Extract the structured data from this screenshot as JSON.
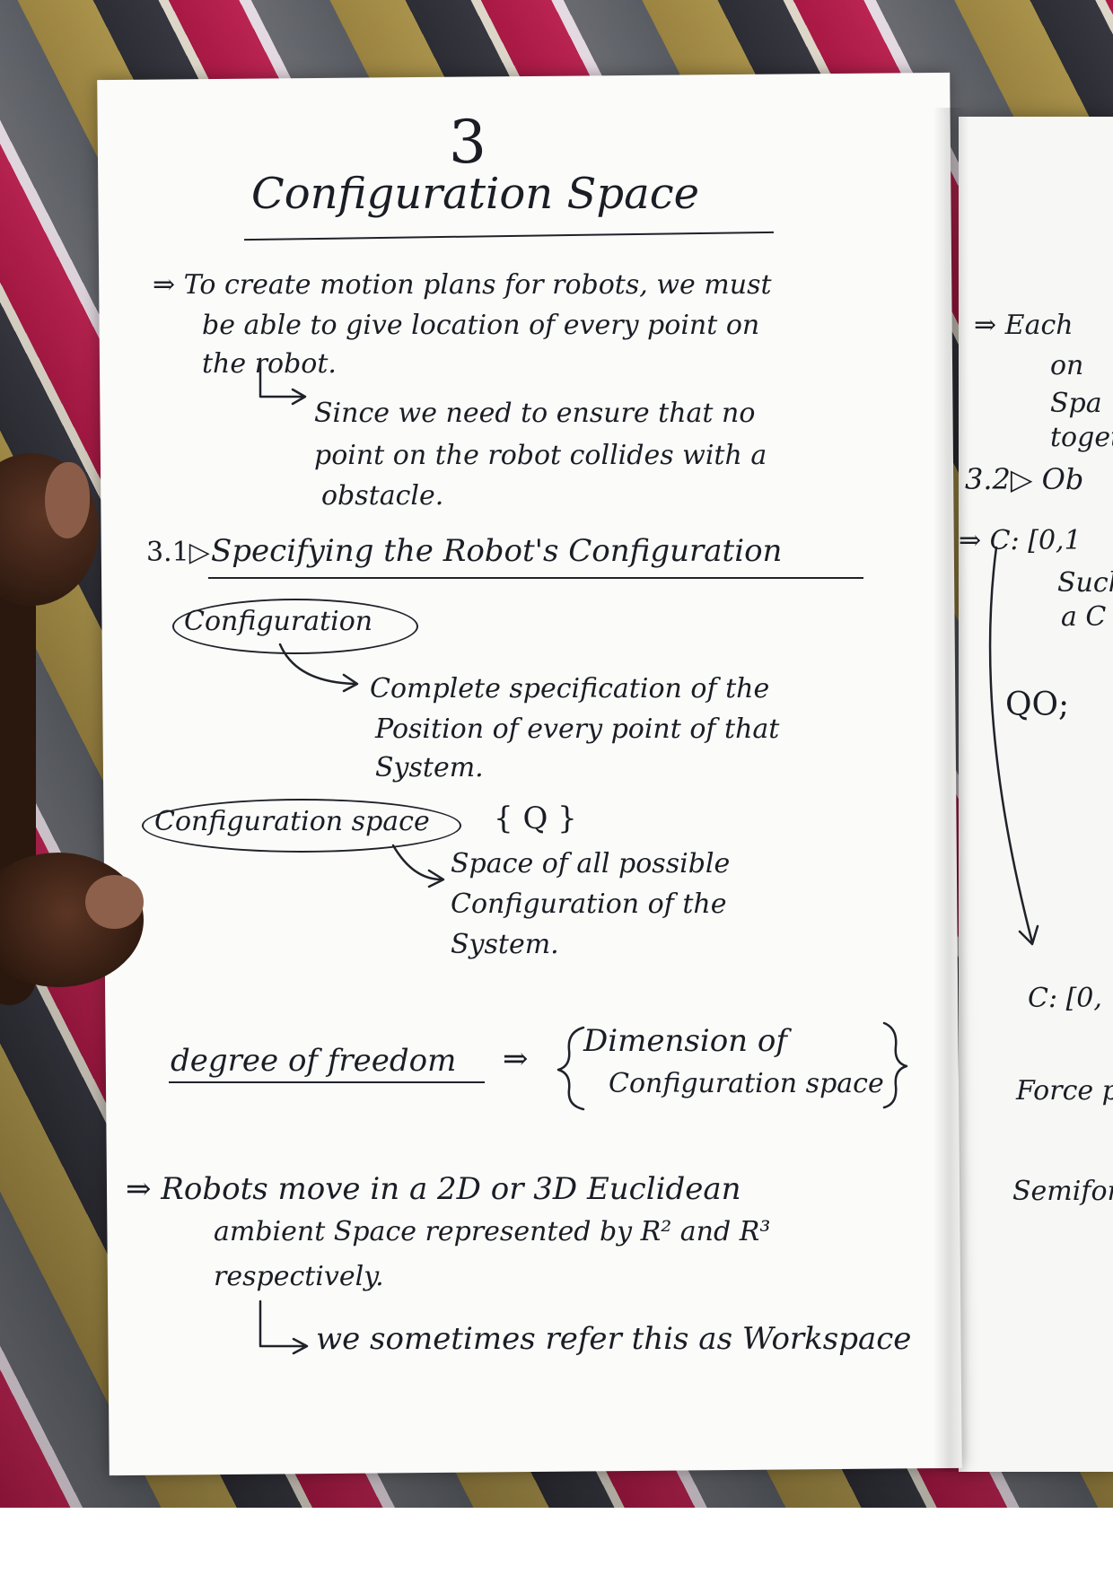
{
  "page_number": "3",
  "title": "Configuration Space",
  "intro": {
    "line1": "⇒ To create motion plans for robots, we must",
    "line2": "be able to give location of every point on",
    "line3": "the robot.",
    "note_line1": "Since we need to ensure that no",
    "note_line2": "point on the robot collides with a",
    "note_line3": "obstacle."
  },
  "section_31": {
    "heading_number": "3.1▷",
    "heading": "Specifying the Robot's Configuration",
    "configuration_term": "Configuration",
    "configuration_def_line1": "Complete specification of the",
    "configuration_def_line2": "Position of every point of that",
    "configuration_def_line3": "System.",
    "cspace_term": "Configuration space",
    "cspace_symbol": "{ Q }",
    "cspace_def_line1": "Space of all possible",
    "cspace_def_line2": "Configuration of the",
    "cspace_def_line3": "System."
  },
  "dof": {
    "term": "degree of freedom",
    "arrow": "⇒",
    "def_line1": "Dimension of",
    "def_line2": "Configuration space"
  },
  "robots": {
    "line1": "⇒ Robots move in a 2D or 3D Euclidean",
    "line2": "ambient Space represented by R² and R³",
    "line3": "respectively.",
    "note": "we sometimes refer this as Workspace"
  },
  "right_page": {
    "line1": "⇒ Each",
    "line2": "on",
    "line3": "Spa",
    "line4": "togeth",
    "heading": "3.2▷ Ob",
    "line5": "⇒ C: [0,1",
    "line6": "Such",
    "line7": "a C",
    "line8": "QO;",
    "line9": "C: [0,",
    "line10": "Force p",
    "line11": "Semifor"
  }
}
